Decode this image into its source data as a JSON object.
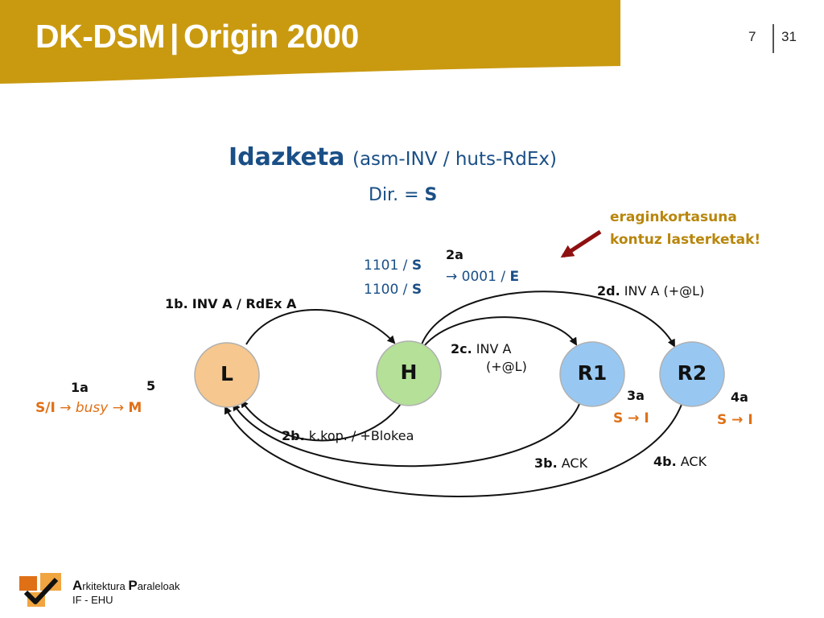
{
  "header": {
    "title_left": "DK-DSM",
    "title_sep": "|",
    "title_right": "Origin 2000",
    "page_current": "7",
    "page_total": "31"
  },
  "heading": {
    "title": "Idazketa",
    "subtitle": "(asm-INV / huts-RdEx)",
    "dir_label": "Dir. = ",
    "dir_value": "S"
  },
  "nodes": {
    "L": "L",
    "H": "H",
    "R1": "R1",
    "R2": "R2"
  },
  "labels": {
    "l1a": "1a",
    "l5": "5",
    "state_L_from": "S/I",
    "arrow1": "→",
    "busy": "busy",
    "arrow2": "→",
    "state_L_to": "M",
    "l1b_num": "1b.",
    "l1b_text": "INV A / RdEx A",
    "dir_1101_code": "1101 / ",
    "dir_1101_state": "S",
    "dir_1100_code": "1100 / ",
    "dir_1100_state": "S",
    "l2a": "2a",
    "dir_new_arrow": "→",
    "dir_new_code": "0001 / ",
    "dir_new_state": "E",
    "l2b_num": "2b.",
    "l2b_text": "k.kop. / +Blokea",
    "l2c_num": "2c.",
    "l2c_text1": "INV A",
    "l2c_text2": "(+@L)",
    "l2d_num": "2d.",
    "l2d_text": "INV A (+@L)",
    "l3a": "3a",
    "r1_state": "S → I",
    "l3b_num": "3b.",
    "l3b_text": "ACK",
    "l4a": "4a",
    "r2_state": "S → I",
    "l4b_num": "4b.",
    "l4b_text": "ACK",
    "warn_line1": "eraginkortasuna",
    "warn_line2": "kontuz lasterketak!"
  },
  "footer": {
    "brand_a": "A",
    "brand_a_rest": "rkitektura ",
    "brand_p": "P",
    "brand_p_rest": "araleloak",
    "org": "IF - EHU"
  },
  "colors": {
    "banner": "#c99a10",
    "node_L": "#f6c78e",
    "node_H": "#b4e098",
    "node_R": "#98c8f2",
    "heading": "#1a4f86",
    "orange": "#e07016",
    "warn_arrow": "#8e1010"
  }
}
